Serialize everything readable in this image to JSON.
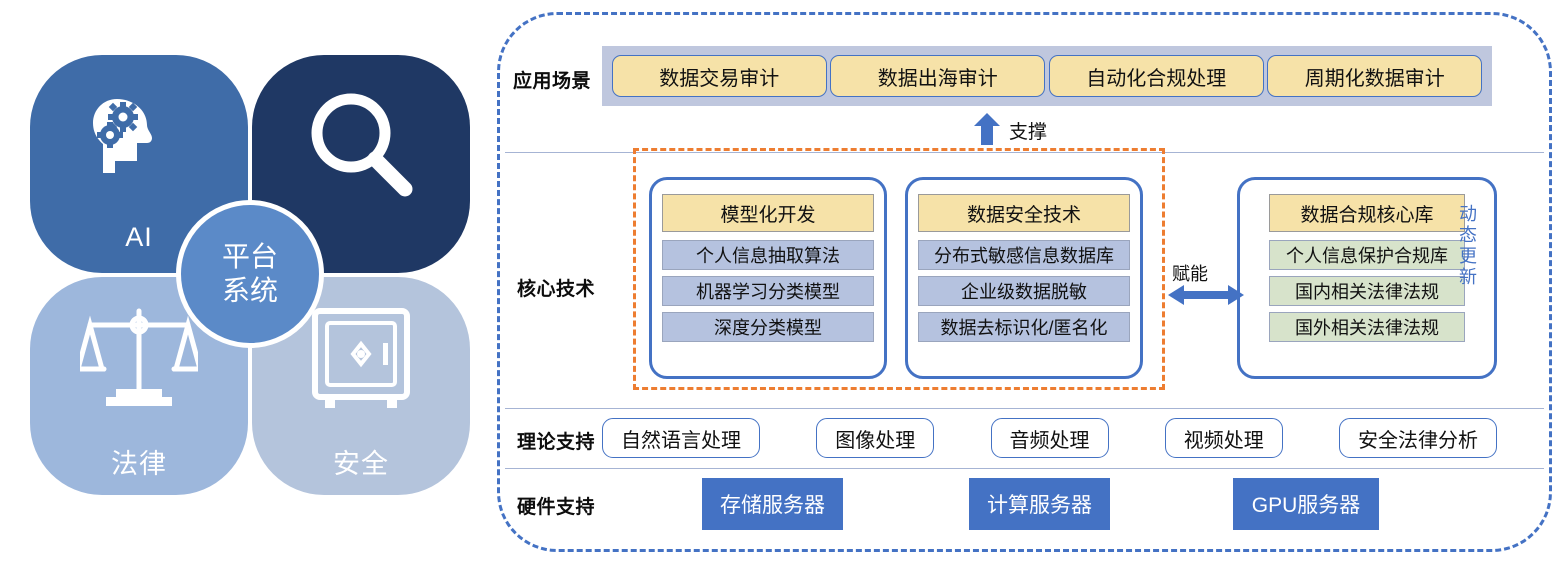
{
  "left_panel": {
    "center": {
      "line1": "平台",
      "line2": "系统"
    },
    "quadrants": [
      {
        "id": "ai",
        "label": "AI",
        "icon": "brain-gears-icon",
        "color": "#3F6CA8"
      },
      {
        "id": "search",
        "label": "",
        "icon": "magnifier-icon",
        "color": "#1F3864"
      },
      {
        "id": "law",
        "label": "法律",
        "icon": "scales-icon",
        "color": "#9DB7DC"
      },
      {
        "id": "security",
        "label": "安全",
        "icon": "safe-box-icon",
        "color": "#B4C4DC"
      }
    ]
  },
  "right_panel": {
    "rows": {
      "application": "应用场景",
      "core_tech": "核心技术",
      "theory": "理论支持",
      "hardware": "硬件支持"
    },
    "application_scenarios": [
      "数据交易审计",
      "数据出海审计",
      "自动化合规处理",
      "周期化数据审计"
    ],
    "support_arrow_label": "支撑",
    "enable_arrow_label": "赋能",
    "dynamic_update_label": "动态更新",
    "core_tech_cards": [
      {
        "header": "模型化开发",
        "items": [
          {
            "text": "个人信息抽取算法",
            "tone": "blue"
          },
          {
            "text": "机器学习分类模型",
            "tone": "blue"
          },
          {
            "text": "深度分类模型",
            "tone": "blue"
          }
        ]
      },
      {
        "header": "数据安全技术",
        "items": [
          {
            "text": "分布式敏感信息数据库",
            "tone": "blue"
          },
          {
            "text": "企业级数据脱敏",
            "tone": "blue"
          },
          {
            "text": "数据去标识化/匿名化",
            "tone": "blue"
          }
        ]
      },
      {
        "header": "数据合规核心库",
        "items": [
          {
            "text": "个人信息保护合规库",
            "tone": "green"
          },
          {
            "text": "国内相关法律法规",
            "tone": "green"
          },
          {
            "text": "国外相关法律法规",
            "tone": "green"
          }
        ]
      }
    ],
    "theory_support": [
      "自然语言处理",
      "图像处理",
      "音频处理",
      "视频处理",
      "安全法律分析"
    ],
    "hardware_support": [
      "存储服务器",
      "计算服务器",
      "GPU服务器"
    ]
  },
  "colors": {
    "outer_dash": "#4472C4",
    "inner_dash": "#ED7D31",
    "scenario_band": "#BFC7DE",
    "yellow_fill": "#F6E2A8",
    "blue_fill": "#B5C2DF",
    "green_fill": "#D7E3CB",
    "hardware_fill": "#4472C4",
    "card_border": "#4472C4"
  }
}
